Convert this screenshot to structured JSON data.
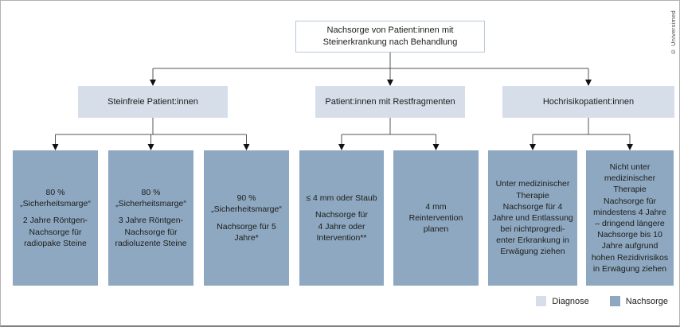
{
  "copyright": "© Universimed",
  "root": {
    "label": "Nachsorge von Patient:innen mit\nSteinerkrankung nach Behandlung"
  },
  "diagnoses": [
    {
      "label": "Steinfreie Patient:innen"
    },
    {
      "label": "Patient:innen mit Restfragmenten"
    },
    {
      "label": "Hochrisikopatient:innen"
    }
  ],
  "followups": [
    {
      "text1": "80 %\n„Sicherheitsmarge“",
      "text2": "2 Jahre Röntgen-\nNachsorge für\nradiopake Steine"
    },
    {
      "text1": "80 %\n„Sicherheitsmarge“",
      "text2": "3 Jahre Röntgen-\nNachsorge für\nradioluzente Steine"
    },
    {
      "text1": "90 %\n„Sicherheitsmarge“",
      "text2": "Nachsorge für 5\nJahre*"
    },
    {
      "text1": "≤ 4 mm oder Staub",
      "text2": "Nachsorge für\n4 Jahre oder\nIntervention**"
    },
    {
      "text1": "4 mm\nReintervention\nplanen",
      "text2": ""
    },
    {
      "text1": "Unter medizinischer\nTherapie\nNachsorge für 4\nJahre und Entlassung\nbei nichtprogredi-\nenter Erkrankung in\nErwägung ziehen",
      "text2": ""
    },
    {
      "text1": "Nicht unter\nmedizinischer\nTherapie\nNachsorge für\nmindestens 4 Jahre\n– dringend längere\nNachsorge bis 10\nJahre aufgrund\nhohen Rezidivrisikos\nin Erwägung ziehen",
      "text2": ""
    }
  ],
  "legend": [
    {
      "label": "Diagnose",
      "color": "#d5dee9"
    },
    {
      "label": "Nachsorge",
      "color": "#8da8c0"
    }
  ],
  "colors": {
    "diagnosis_fill": "#d5dee9",
    "followup_fill": "#8da8c0",
    "root_border": "#b9c8d8",
    "line": "#555555",
    "arrowhead": "#111111",
    "text": "#1d1d1b"
  }
}
